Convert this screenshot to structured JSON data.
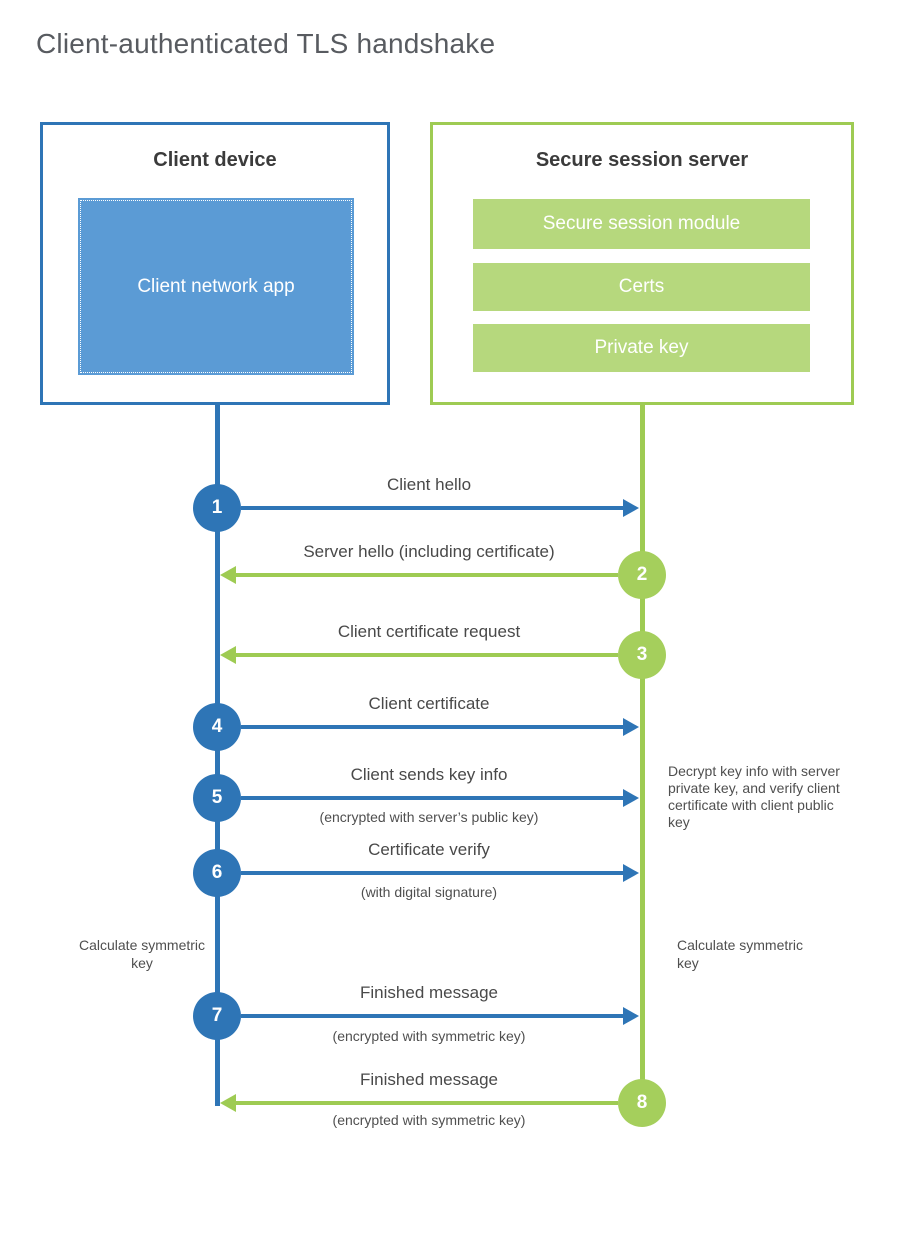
{
  "title": "Client-authenticated TLS handshake",
  "client_box": {
    "title": "Client device",
    "app": "Client network app"
  },
  "server_box": {
    "title": "Secure session server",
    "modules": [
      "Secure session module",
      "Certs",
      "Private key"
    ]
  },
  "steps": [
    {
      "num": "1",
      "label": "Client hello",
      "sub": "",
      "direction": "client-to-server"
    },
    {
      "num": "2",
      "label": "Server hello (including certificate)",
      "sub": "",
      "direction": "server-to-client"
    },
    {
      "num": "3",
      "label": "Client certificate request",
      "sub": "",
      "direction": "server-to-client"
    },
    {
      "num": "4",
      "label": "Client certificate",
      "sub": "",
      "direction": "client-to-server"
    },
    {
      "num": "5",
      "label": "Client sends key info",
      "sub": "(encrypted with server’s public key)",
      "direction": "client-to-server"
    },
    {
      "num": "6",
      "label": "Certificate verify",
      "sub": "(with digital signature)",
      "direction": "client-to-server"
    },
    {
      "num": "7",
      "label": "Finished message",
      "sub": "(encrypted with symmetric key)",
      "direction": "client-to-server"
    },
    {
      "num": "8",
      "label": "Finished message",
      "sub": "(encrypted with symmetric key)",
      "direction": "server-to-client"
    }
  ],
  "notes": {
    "decrypt": "Decrypt key info with server private key, and verify client certificate with client public key",
    "calc_left": "Calculate symmetric key",
    "calc_right": "Calculate symmetric key"
  },
  "colors": {
    "blue": "#2e75b6",
    "blue_fill": "#5b9bd5",
    "green": "#9ecb53",
    "green_fill": "#b6d87d",
    "green_circle": "#a5cf5c"
  }
}
